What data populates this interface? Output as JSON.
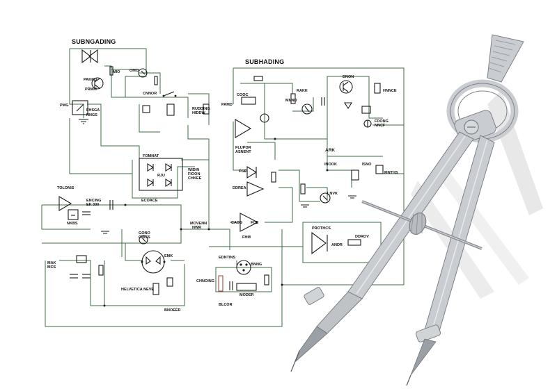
{
  "titles": {
    "left": "SUBNGADING",
    "right": "SUBHADING"
  },
  "labels": {
    "pmg": "PMG",
    "fhsga": "FHSGA",
    "nngs": "NNGS",
    "pakkd": "PAKKD",
    "prmm": "PRMM",
    "omo": "OMO",
    "mio": "MIO",
    "cnnor": "CNNOR",
    "rudding": "RUDDING",
    "hiddw": "HIDDW",
    "fomnat": "FOMNAT",
    "rju": "RJU",
    "ecoace": "ECOACE",
    "widin": "WIDIN",
    "fioon": "FIOON",
    "chkee": "CHKEE",
    "tolonis": "TOLONIS",
    "encing": "ENCING",
    "ek300": "EK 300",
    "nkbs": "NKBS",
    "movenn": "MOVENN",
    "nwr": "NWR",
    "gono": "GONO",
    "chiss": "CHISS",
    "mak": "MAK",
    "mcs": "MCS",
    "emk": "EMK",
    "helvetica": "HELVETICA NEVE",
    "bnoeer": "BNOEER",
    "chnoing": "CHNOING",
    "edntins": "EDNTINS",
    "moder": "MODER",
    "blcor": "BLCOR",
    "cooc": "COOC",
    "pamd": "PAMD",
    "flupor": "FLUPOR",
    "asnent": "ASNENT",
    "ark": "ARK",
    "inook": "INOOK",
    "rakk": "RAKK",
    "mnnd": "MNND",
    "dnon": "DNON",
    "hnnce": "HNNCE",
    "fdong": "FDONG",
    "nncf": "NNCF",
    "mnths": "MNTHS",
    "fge": "FGE",
    "ddrea": "DDREA",
    "caos": "CAOS",
    "foe": "FOE",
    "fhm": "FHM",
    "lnvk": "LNVK",
    "prothcs": "PROTHCS",
    "andr": "ANDR",
    "dopnol": "DDROV",
    "isno": "ISNO",
    "bnng": "BNNG"
  },
  "colors": {
    "wire": "#3e6b46",
    "part": "#1a1a1a",
    "background": "#ffffff",
    "compass_metal": "#c9ccd0",
    "compass_dark": "#7d8288",
    "shadow": "#d8d8d8"
  },
  "icons": {
    "compass": "drawing-compass-icon"
  }
}
